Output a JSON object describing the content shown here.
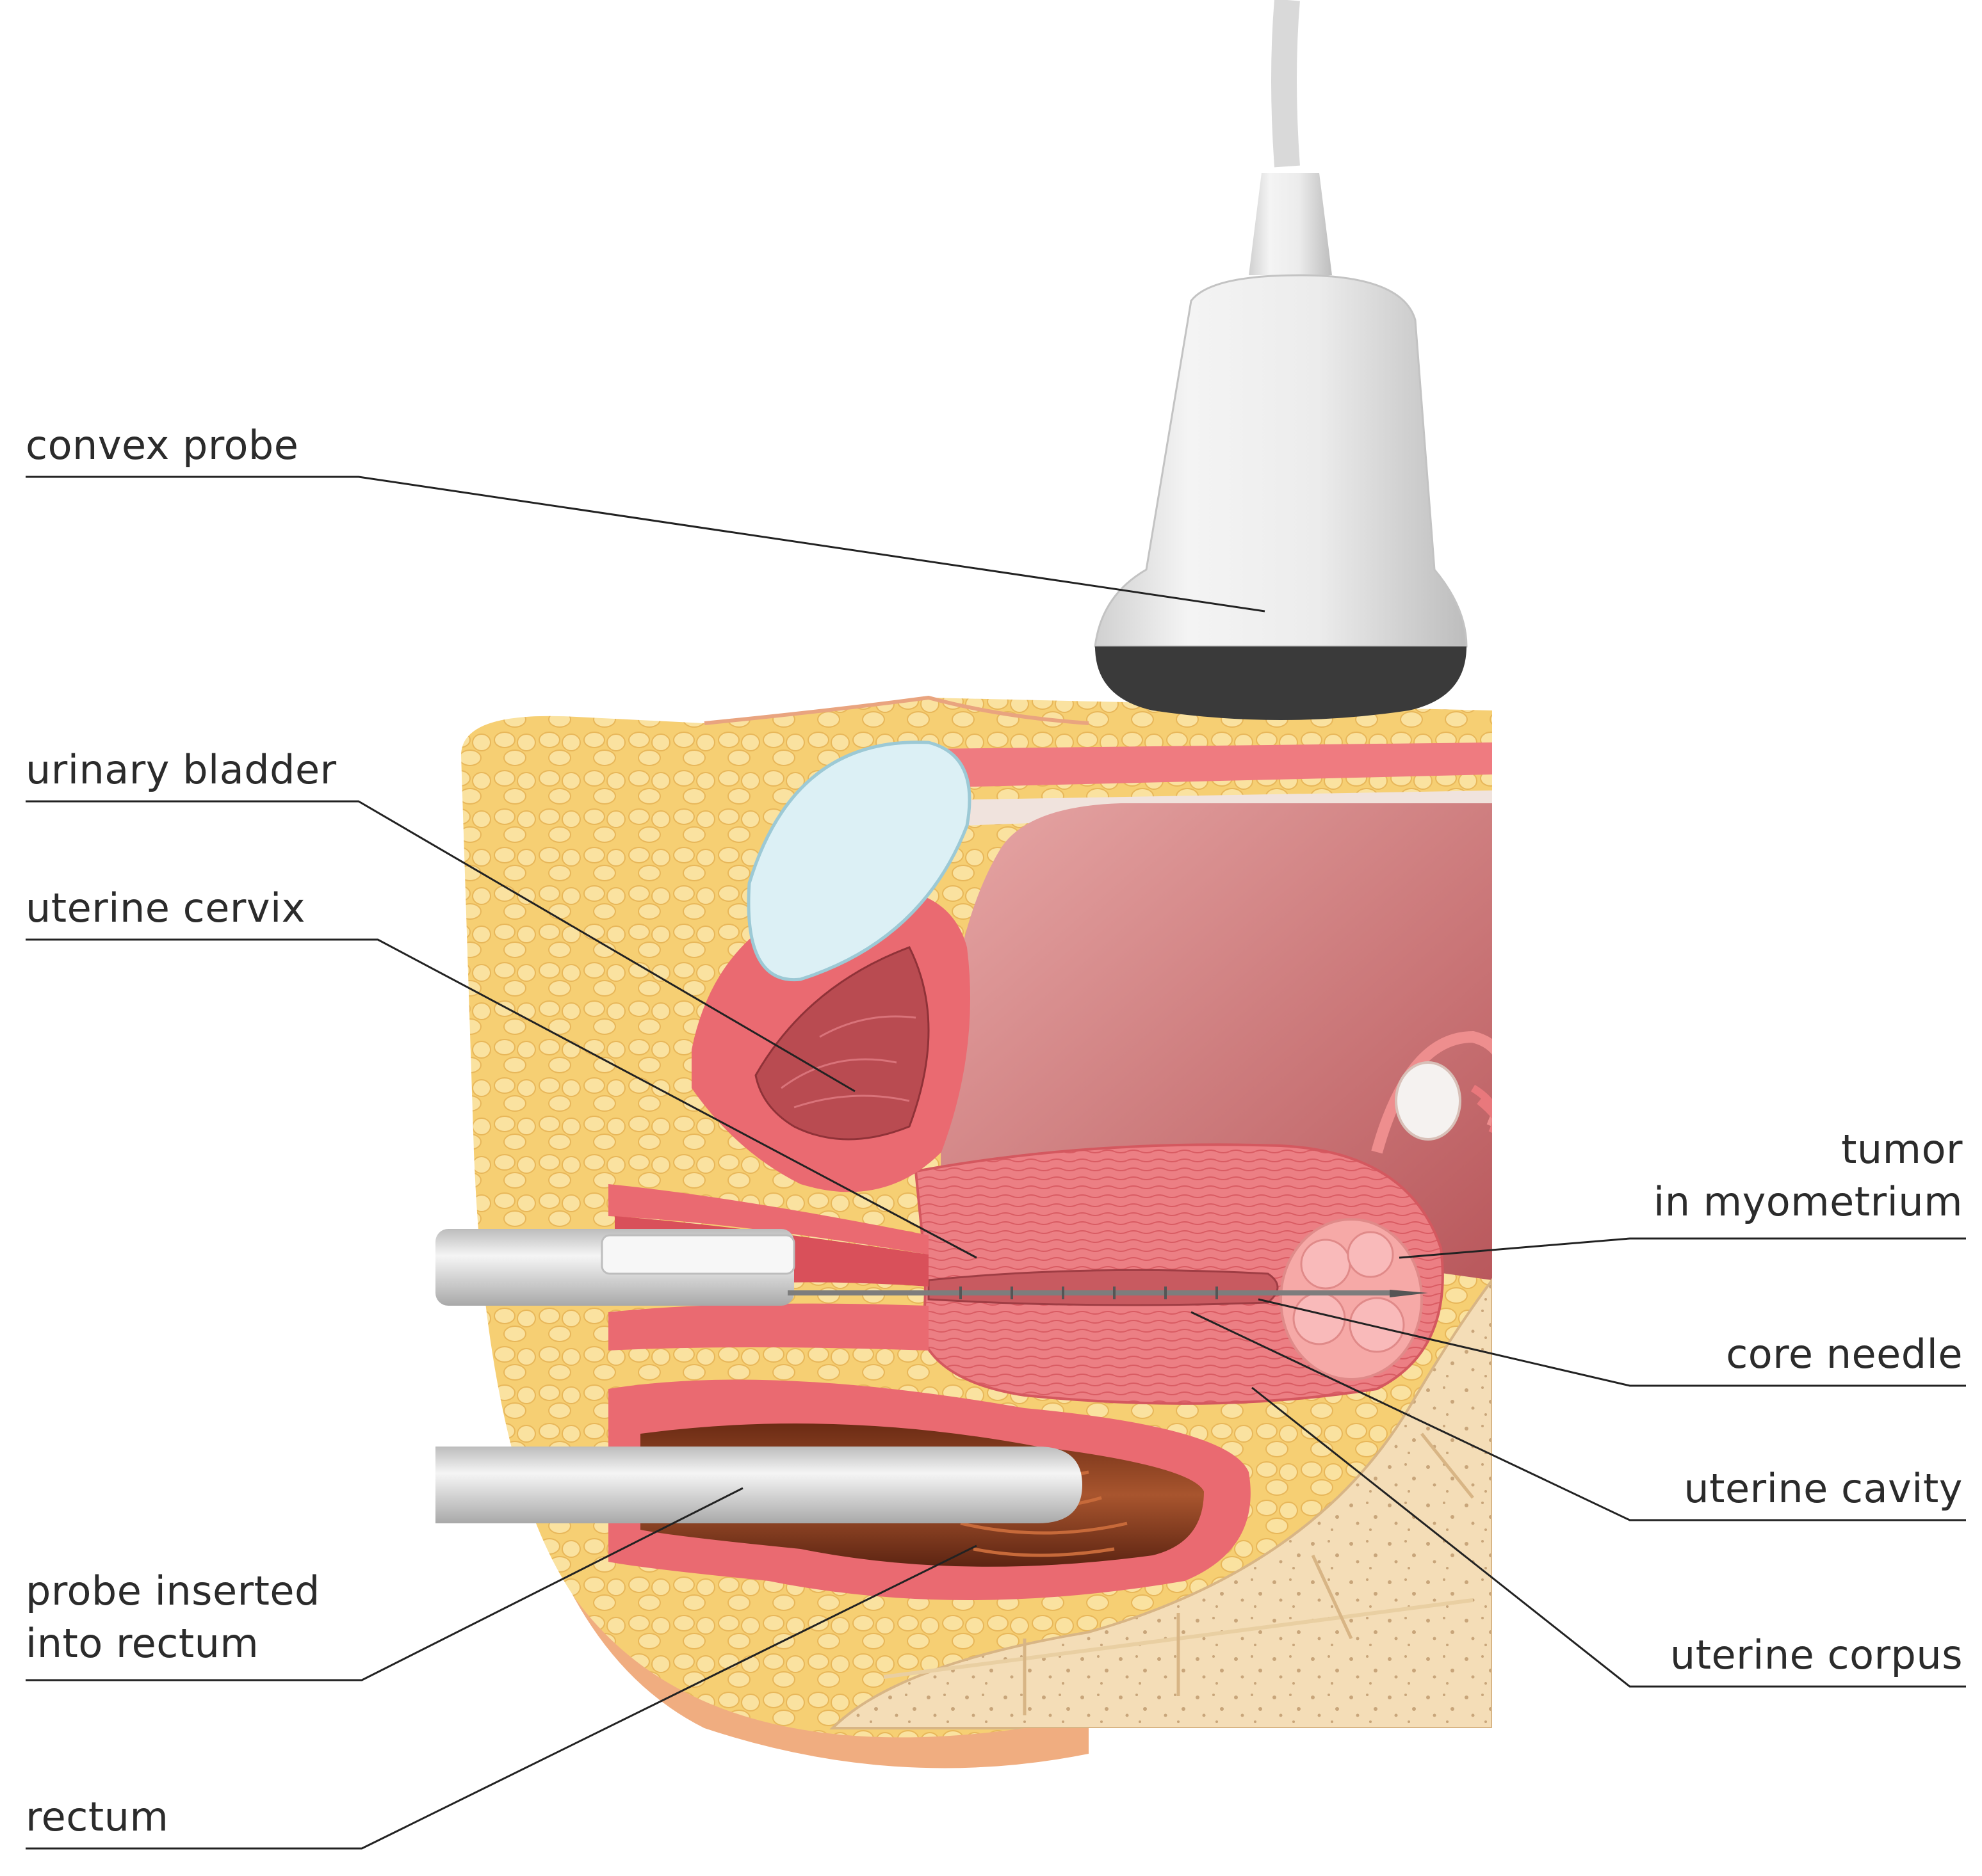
{
  "labels": {
    "convex_probe": "convex probe",
    "urinary_bladder": "urinary bladder",
    "uterine_cervix": "uterine cervix",
    "probe_inserted_line1": "probe inserted",
    "probe_inserted_line2": "into rectum",
    "rectum": "rectum",
    "tumor_line1": "tumor",
    "tumor_line2": "in myometrium",
    "core_needle": "core needle",
    "uterine_cavity": "uterine cavity",
    "uterine_corpus": "uterine corpus"
  },
  "colors": {
    "text": "#2b2b2b",
    "leader_line": "#222222",
    "skin": "#f6c7a0",
    "fat": "#f7d37e",
    "muscle": "#e9737a",
    "cavity": "#c96e73",
    "bladder": "#dff1f5",
    "bone": "#f3dcb5",
    "probe": "#e6e6e6",
    "probe_tip": "#3a3a3a"
  }
}
